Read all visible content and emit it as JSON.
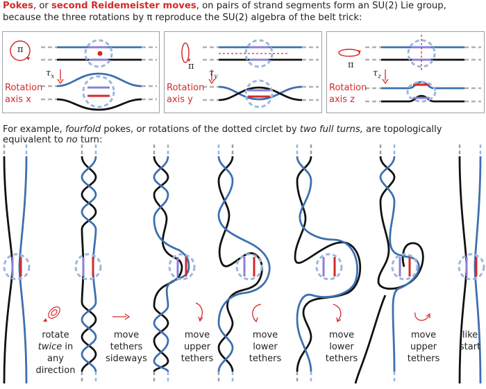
{
  "intro": {
    "t1": "Pokes",
    "t2": ", or ",
    "t3": "second Reidemeister moves",
    "t4": ", on pairs of strand segments form an SU(2) Lie group,",
    "t5": "because the three rotations by π reproduce the SU(2) algebra of the belt trick:"
  },
  "panels": [
    {
      "pi": "π",
      "tau": "τ",
      "sub": "x",
      "l1": "Rotation",
      "l2": "axis x"
    },
    {
      "pi": "π",
      "tau": "τ",
      "sub": "y",
      "l1": "Rotation",
      "l2": "axis y"
    },
    {
      "pi": "π",
      "tau": "τ",
      "sub": "z",
      "l1": "Rotation",
      "l2": "axis z"
    }
  ],
  "example": {
    "a": "For example, ",
    "b": "fourfold",
    "c": " pokes, or rotations of the dotted circlet by ",
    "d": "two full turns,",
    "e": " are topologically equivalent to ",
    "f": "no",
    "g": " turn:"
  },
  "captions": {
    "c1a": "rotate",
    "c1b": "twice",
    "c1c": " in",
    "c1d": "any",
    "c1e": "direction",
    "c2a": "move",
    "c2b": "tethers",
    "c2c": "sideways",
    "c3a": "move",
    "c3b": "upper",
    "c3c": "tethers",
    "c4a": "move",
    "c4b": "lower",
    "c4c": "tethers",
    "c5a": "move",
    "c5b": "lower",
    "c5c": "tethers",
    "c6a": "move",
    "c6b": "upper",
    "c6c": "tethers",
    "c7a": "like",
    "c7b": "start"
  },
  "colors": {
    "blue": "#3d6fb0",
    "black": "#111111",
    "red": "#d42a2a",
    "purple": "#8a7fd8",
    "dash": "#9bb6dd",
    "grey": "#b0b0b0"
  }
}
